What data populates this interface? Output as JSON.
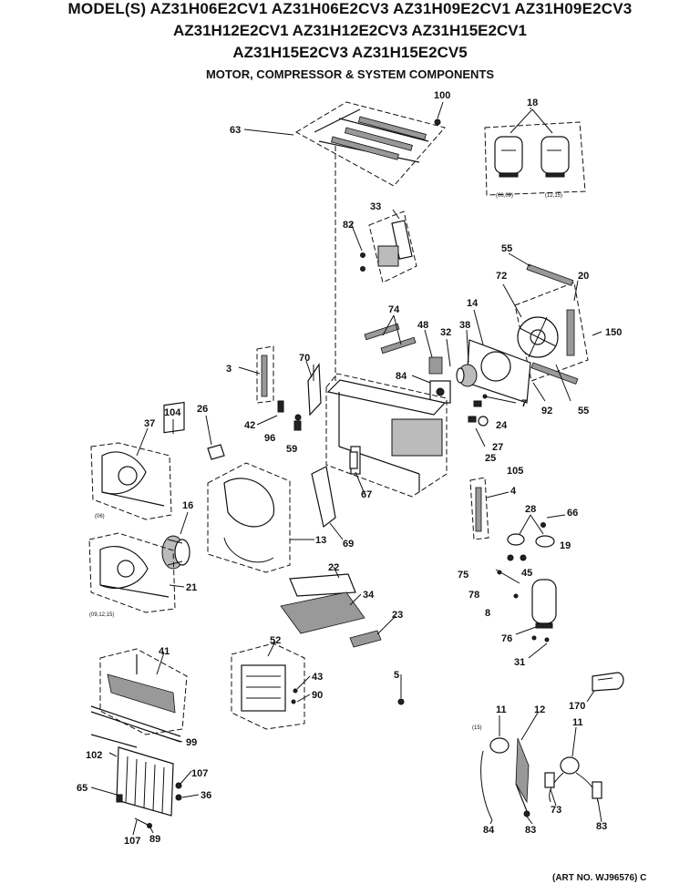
{
  "header": {
    "line1": "MODEL(S) AZ31H06E2CV1  AZ31H06E2CV3  AZ31H09E2CV1  AZ31H09E2CV3",
    "line2": "AZ31H12E2CV1  AZ31H12E2CV3  AZ31H15E2CV1",
    "line3": "AZ31H15E2CV3  AZ31H15E2CV5",
    "subtitle": "MOTOR, COMPRESSOR & SYSTEM COMPONENTS"
  },
  "callouts": {
    "c100": "100",
    "c18": "18",
    "c63": "63",
    "c33": "33",
    "c82": "82",
    "c55a": "55",
    "c72": "72",
    "c20": "20",
    "c150": "150",
    "c14": "14",
    "c74": "74",
    "c48": "48",
    "c32": "32",
    "c38": "38",
    "c84": "84",
    "c7": "7",
    "c92": "92",
    "c55b": "55",
    "c24": "24",
    "c27": "27",
    "c25": "25",
    "c105": "105",
    "c3": "3",
    "c70": "70",
    "c42": "42",
    "c96": "96",
    "c59": "59",
    "c26": "26",
    "c104": "104",
    "c37": "37",
    "c67": "67",
    "c4": "4",
    "c28": "28",
    "c66": "66",
    "c19": "19",
    "c16": "16",
    "c13": "13",
    "c69": "69",
    "c45": "45",
    "c75": "75",
    "c78": "78",
    "c8": "8",
    "c21": "21",
    "c22": "22",
    "c34": "34",
    "c23": "23",
    "c76": "76",
    "c31": "31",
    "c41": "41",
    "c52": "52",
    "c43": "43",
    "c90": "90",
    "c5": "5",
    "c170": "170",
    "c99": "99",
    "c11a": "11",
    "c12": "12",
    "c11b": "11",
    "c102": "102",
    "c107a": "107",
    "c65": "65",
    "c36": "36",
    "c107b": "107",
    "c89": "89",
    "c84b": "84",
    "c83a": "83",
    "c73": "73",
    "c83b": "83"
  },
  "small_notes": {
    "n1": "(06,09)",
    "n2": "(12,15)",
    "n3": "(06)",
    "n4": "(09,12,15)",
    "n5": "(15)"
  },
  "art_no": "(ART NO. WJ96576) C"
}
